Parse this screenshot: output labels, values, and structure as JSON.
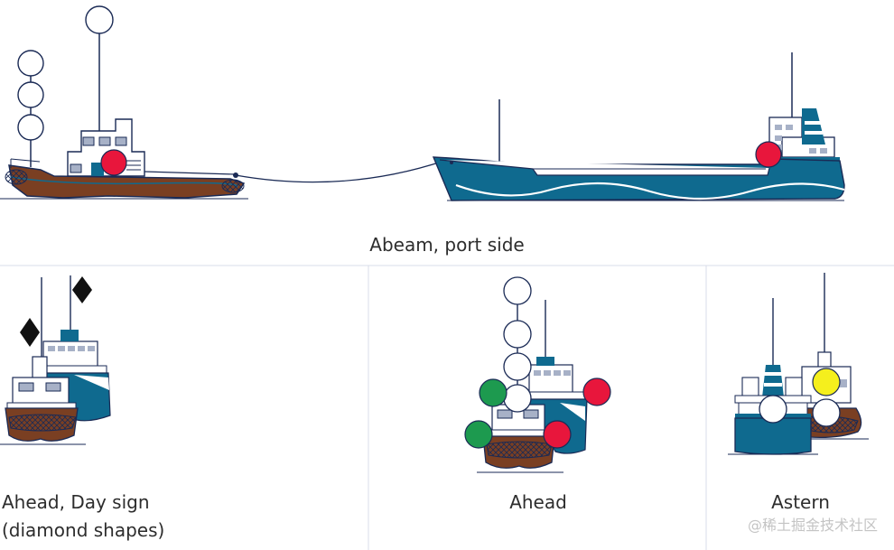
{
  "captions": {
    "top": "Abeam, port side",
    "ahead_day_line1": "Ahead, Day sign",
    "ahead_day_line2": "(diamond shapes)",
    "ahead": "Ahead",
    "astern": "Astern"
  },
  "watermark": "@稀土掘金技术社区",
  "colors": {
    "hull_brown": "#7a3f22",
    "hull_blue": "#0f6a8f",
    "outline": "#1a2a55",
    "light_red": "#e8163c",
    "light_green": "#1d9a4f",
    "light_yellow": "#f5ef1d",
    "light_white": "#ffffff",
    "window_grey": "#a7b1c7",
    "divider": "#d9dde8"
  }
}
